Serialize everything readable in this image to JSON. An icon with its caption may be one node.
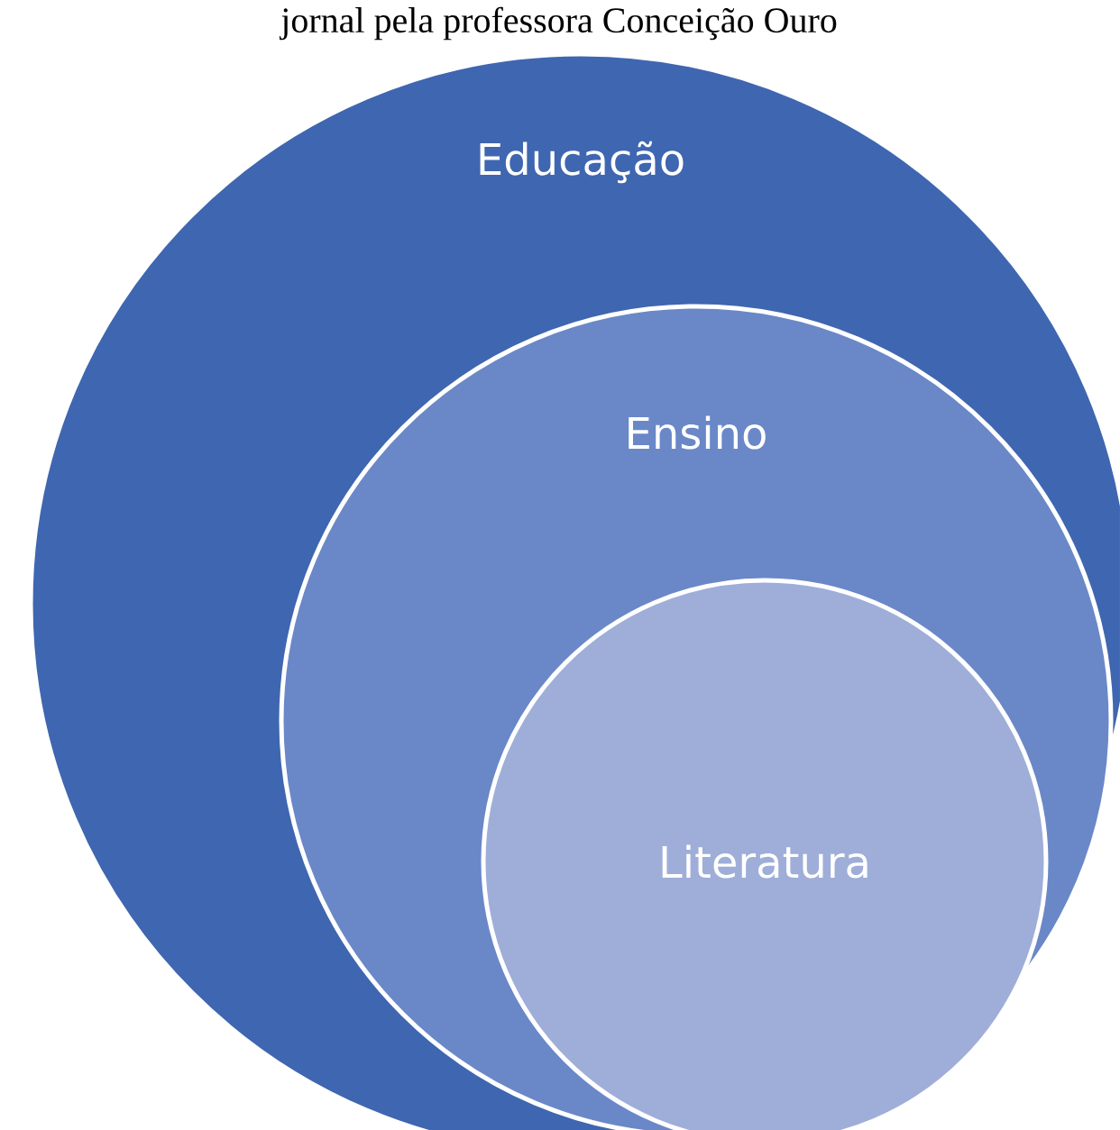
{
  "diagram": {
    "caption": "jornal pela professora Conceição Ouro",
    "nodes": [
      {
        "text": [
          "Educação"
        ]
      },
      {
        "text": [
          "Ensino"
        ],
        "in": 0
      },
      {
        "text": [
          "Literatura"
        ],
        "in": 1
      }
    ]
  }
}
